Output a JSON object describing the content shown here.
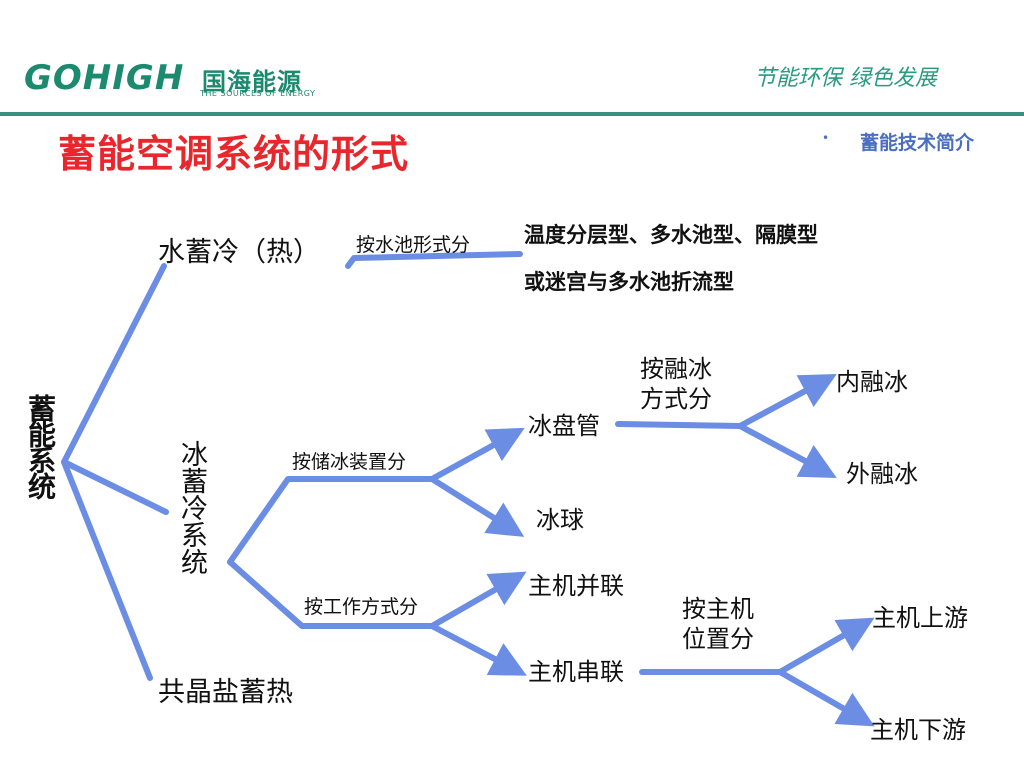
{
  "header": {
    "logo_text": "GOHIGH",
    "logo_cn": "国海能源",
    "logo_en": "THE SOURCES OF ENERGY",
    "slogan": "节能环保  绿色发展",
    "accent_color": "#3a8f80"
  },
  "slide": {
    "title": "蓄能空调系统的形式",
    "section_bullet": "•",
    "section": "蓄能技术简介"
  },
  "diagram": {
    "root": "蓄能系统",
    "water": {
      "label": "水蓄冷（热）",
      "by": "按水池形式分",
      "types_line1": "温度分层型、多水池型、隔膜型",
      "types_line2": "或迷宫与多水池折流型"
    },
    "ice": {
      "label": "冰蓄冷系统",
      "by_device": "按储冰装置分",
      "coil": "冰盘管",
      "melt_by": "按融冰方式分",
      "internal_melt": "内融冰",
      "external_melt": "外融冰",
      "ball": "冰球",
      "by_mode": "按工作方式分",
      "parallel": "主机并联",
      "series": "主机串联",
      "position_by": "按主机位置分",
      "upstream": "主机上游",
      "downstream": "主机下游"
    },
    "eutectic": "共晶盐蓄热",
    "line_color": "#6b8de3"
  }
}
